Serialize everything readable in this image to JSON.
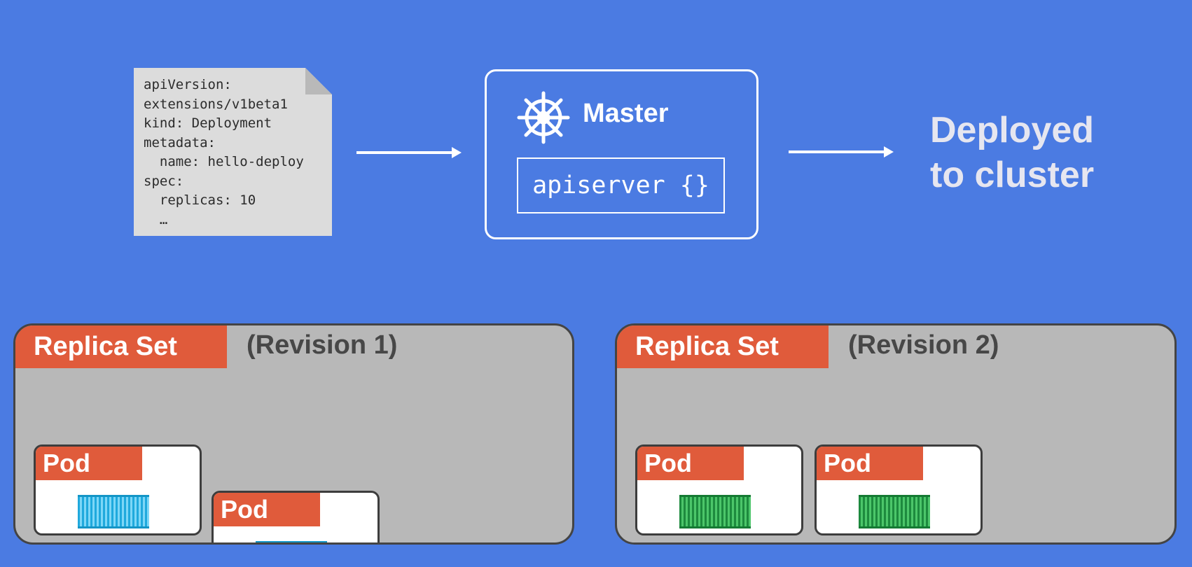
{
  "yaml": {
    "lines": [
      "apiVersion:",
      "extensions/v1beta1",
      "kind: Deployment",
      "metadata:",
      "  name: hello-deploy",
      "spec:",
      "  replicas: 10",
      "  …"
    ]
  },
  "master": {
    "title": "Master",
    "icon": "helm-wheel-icon",
    "apiserver_label": "apiserver {}"
  },
  "deployed": {
    "line1": "Deployed",
    "line2": "to cluster"
  },
  "replica_sets": [
    {
      "label": "Replica Set",
      "revision": "(Revision 1)",
      "pods": [
        {
          "label": "Pod",
          "container_color": "#1fa9dd"
        },
        {
          "label": "Pod",
          "container_color": "#1fa9dd"
        }
      ]
    },
    {
      "label": "Replica Set",
      "revision": "(Revision 2)",
      "pods": [
        {
          "label": "Pod",
          "container_color": "#1d8a3e"
        },
        {
          "label": "Pod",
          "container_color": "#1d8a3e"
        }
      ]
    }
  ],
  "colors": {
    "background": "#4b7be2",
    "accent": "#e05b3b",
    "panel": "#b8b8b8"
  }
}
